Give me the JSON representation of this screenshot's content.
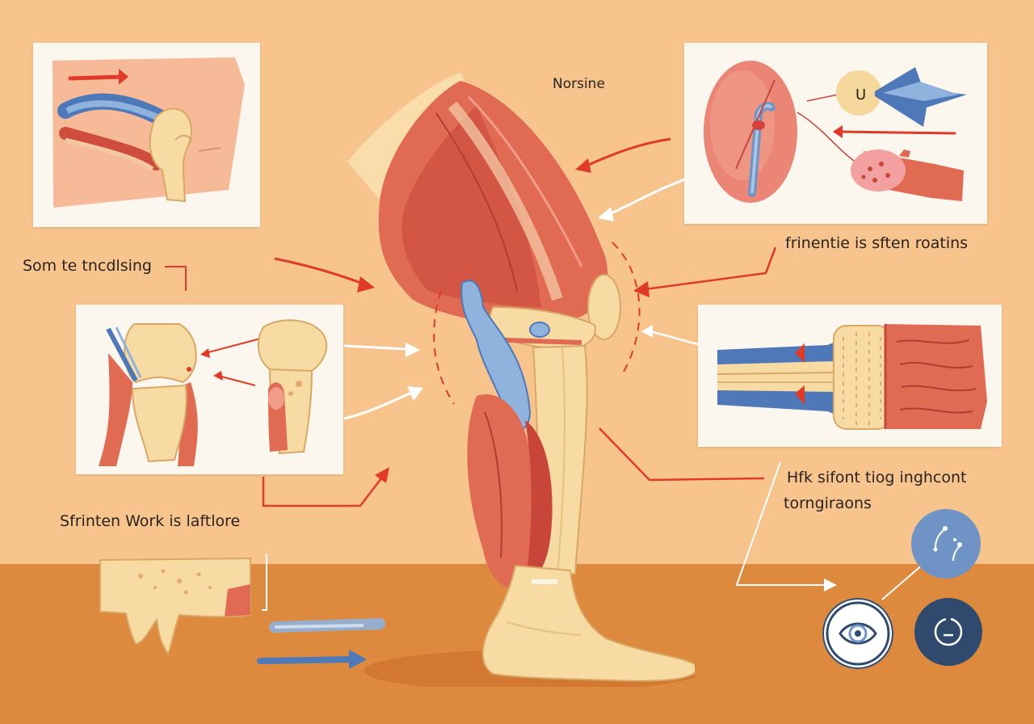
{
  "labels": {
    "top_center": "Norsine",
    "left_top": "Som te tncdlsing",
    "right_top": "frinentie is sften roatins",
    "left_bottom": "Sfrinten Work is laftlore",
    "right_bottom_line1": "Hfk sifont tiog inghcont",
    "right_bottom_line2": "torngiraons"
  },
  "colors": {
    "wall": "#f6c48c",
    "floor": "#dd8a3e",
    "muscle": "#e06a52",
    "muscle_dark": "#c8453a",
    "bone": "#f8dba2",
    "tendon": "#8fb3dc",
    "arrow_red": "#e03a28",
    "arrow_white": "#ffffff",
    "panel_bg": "#fbf6ee",
    "icon_blue": "#6f93c4",
    "icon_navy": "#2f4a6c"
  },
  "icons": [
    "graph-nodes-icon",
    "eye-icon",
    "power-icon"
  ]
}
